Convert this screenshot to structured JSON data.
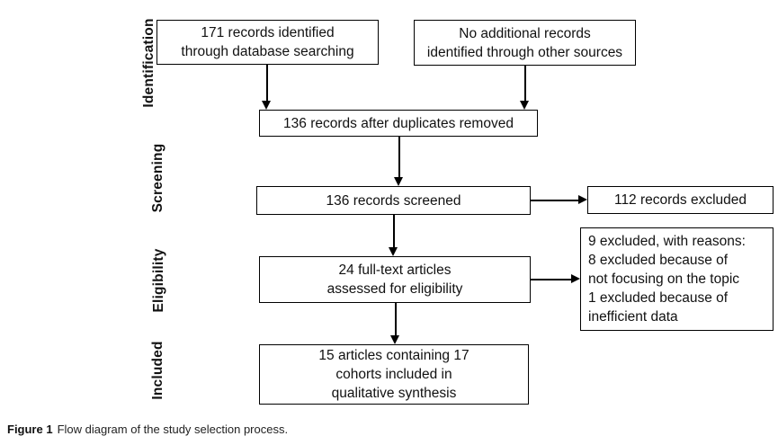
{
  "figure": {
    "stage_labels": {
      "identification": "Identification",
      "screening": "Screening",
      "eligibility": "Eligibility",
      "included": "Included"
    },
    "boxes": {
      "database_search": {
        "line1": "171 records identified",
        "line2": "through database searching"
      },
      "other_sources": {
        "line1": "No additional records",
        "line2": "identified through other sources"
      },
      "after_duplicates": {
        "text": "136 records after duplicates removed"
      },
      "screened": {
        "text": "136 records screened"
      },
      "records_excluded": {
        "text": "112 records excluded"
      },
      "fulltext_assessed": {
        "line1": "24 full-text articles",
        "line2": "assessed for eligibility"
      },
      "excluded_reasons": {
        "line1": "9 excluded, with reasons:",
        "line2": "8 excluded because of",
        "line3": "not focusing on the topic",
        "line4": "1 excluded because of",
        "line5": "inefficient data"
      },
      "included_synthesis": {
        "line1": "15 articles containing 17",
        "line2": "cohorts included in",
        "line3": "qualitative synthesis"
      }
    },
    "caption": {
      "label": "Figure 1",
      "text": "Flow diagram of the study selection process."
    },
    "colors": {
      "box_border": "#000000",
      "text": "#111111",
      "background": "#ffffff"
    }
  }
}
